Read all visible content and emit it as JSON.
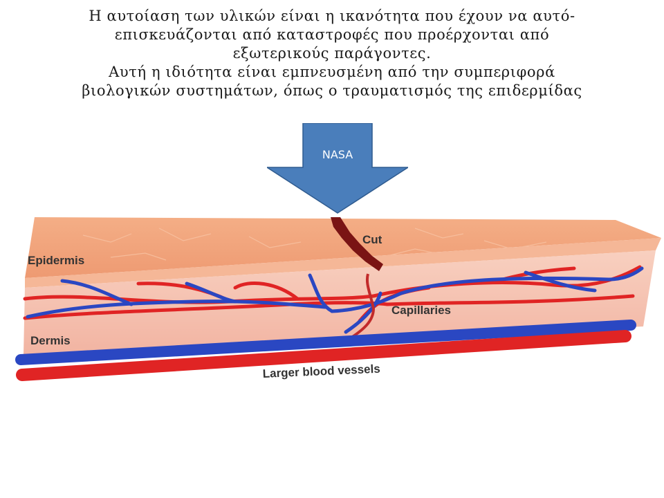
{
  "heading": {
    "line1": "Η αυτοίαση των υλικών είναι η ικανότητα που έχουν να αυτό-",
    "line2": "επισκευάζονται από καταστροφές που προέρχονται από",
    "line3": "εξωτερικούς παράγοντες.",
    "line4": "Αυτή η ιδιότητα είναι εμπνευσμένη από την συμπεριφορά",
    "line5": "βιολογικών συστημάτων, όπως ο τραυματισμός της επιδερμίδας"
  },
  "arrow": {
    "label": "NASA",
    "color": "#4a7ebb",
    "icon": "down-arrow-icon"
  },
  "diagram": {
    "labels": {
      "cut": "Cut",
      "epidermis": "Epidermis",
      "capillaries": "Capillaries",
      "dermis": "Dermis",
      "vessels": "Larger blood vessels"
    },
    "colors": {
      "epidermis": "#f2a47e",
      "dermis": "#f6c2b0",
      "artery": "#e02424",
      "vein": "#2a47c2",
      "cut": "#7a1414"
    }
  }
}
